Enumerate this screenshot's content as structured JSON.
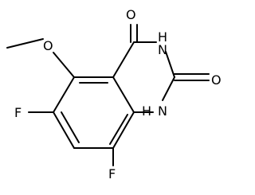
{
  "structure": {
    "atoms": {
      "ring_nh_top": "H",
      "ring_n_top": "N",
      "carbonyl_o_top": "O",
      "carbonyl_o_right": "O",
      "ring_nh_bottom_h": "H",
      "ring_n_bottom": "N",
      "methoxy_o": "O",
      "fluorine_left": "F",
      "fluorine_bottom": "F"
    }
  }
}
